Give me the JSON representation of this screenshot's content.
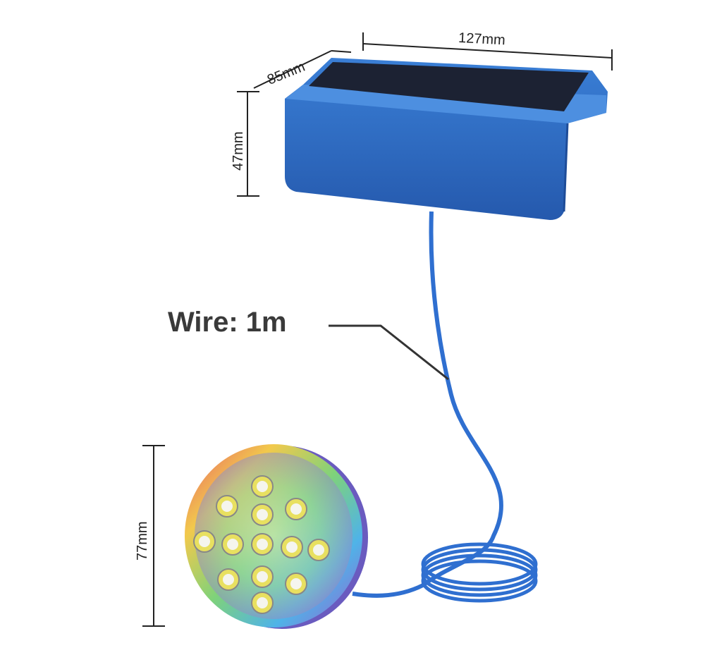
{
  "dimensions": {
    "width": "127mm",
    "depth": "85mm",
    "height": "47mm",
    "light_diameter": "77mm"
  },
  "wire_label": "Wire: 1m",
  "colors": {
    "housing": "#2f6ec4",
    "panel": "#1c2233",
    "cable": "#2f6fd0"
  }
}
